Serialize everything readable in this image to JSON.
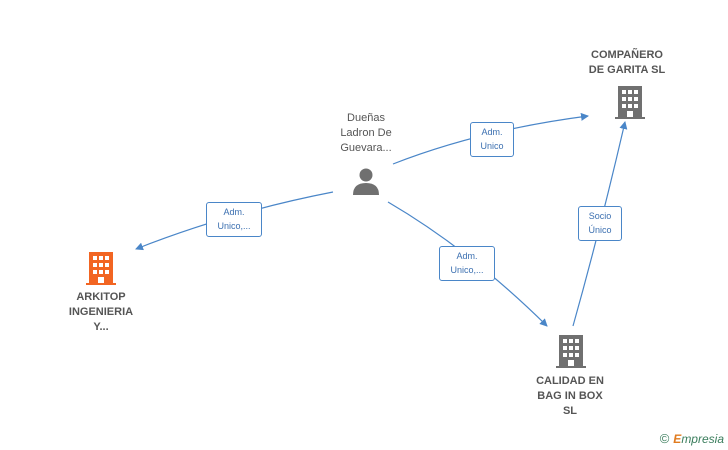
{
  "colors": {
    "edge": "#4a86c8",
    "icon_gray": "#707070",
    "icon_highlight": "#f26522",
    "label_text": "#555555",
    "edge_text": "#3b6fb0"
  },
  "nodes": {
    "person": {
      "lines": [
        "Dueñas",
        "Ladron De",
        "Guevara..."
      ],
      "icon": "person-icon"
    },
    "companero": {
      "lines": [
        "COMPAÑERO",
        "DE GARITA SL"
      ],
      "icon": "building-icon"
    },
    "arkitop": {
      "lines": [
        "ARKITOP",
        "INGENIERIA",
        "Y..."
      ],
      "icon": "building-icon"
    },
    "calidad": {
      "lines": [
        "CALIDAD EN",
        "BAG IN BOX",
        "SL"
      ],
      "icon": "building-icon"
    }
  },
  "edges": {
    "person_companero": {
      "lines": [
        "Adm.",
        "Unico"
      ]
    },
    "person_arkitop": {
      "lines": [
        "Adm.",
        "Unico,..."
      ]
    },
    "person_calidad": {
      "lines": [
        "Adm.",
        "Unico,..."
      ]
    },
    "calidad_companero": {
      "lines": [
        "Socio",
        "Único"
      ]
    }
  },
  "footer": {
    "symbol": "©",
    "brand_initial": "E",
    "brand_rest": "mpresia"
  }
}
